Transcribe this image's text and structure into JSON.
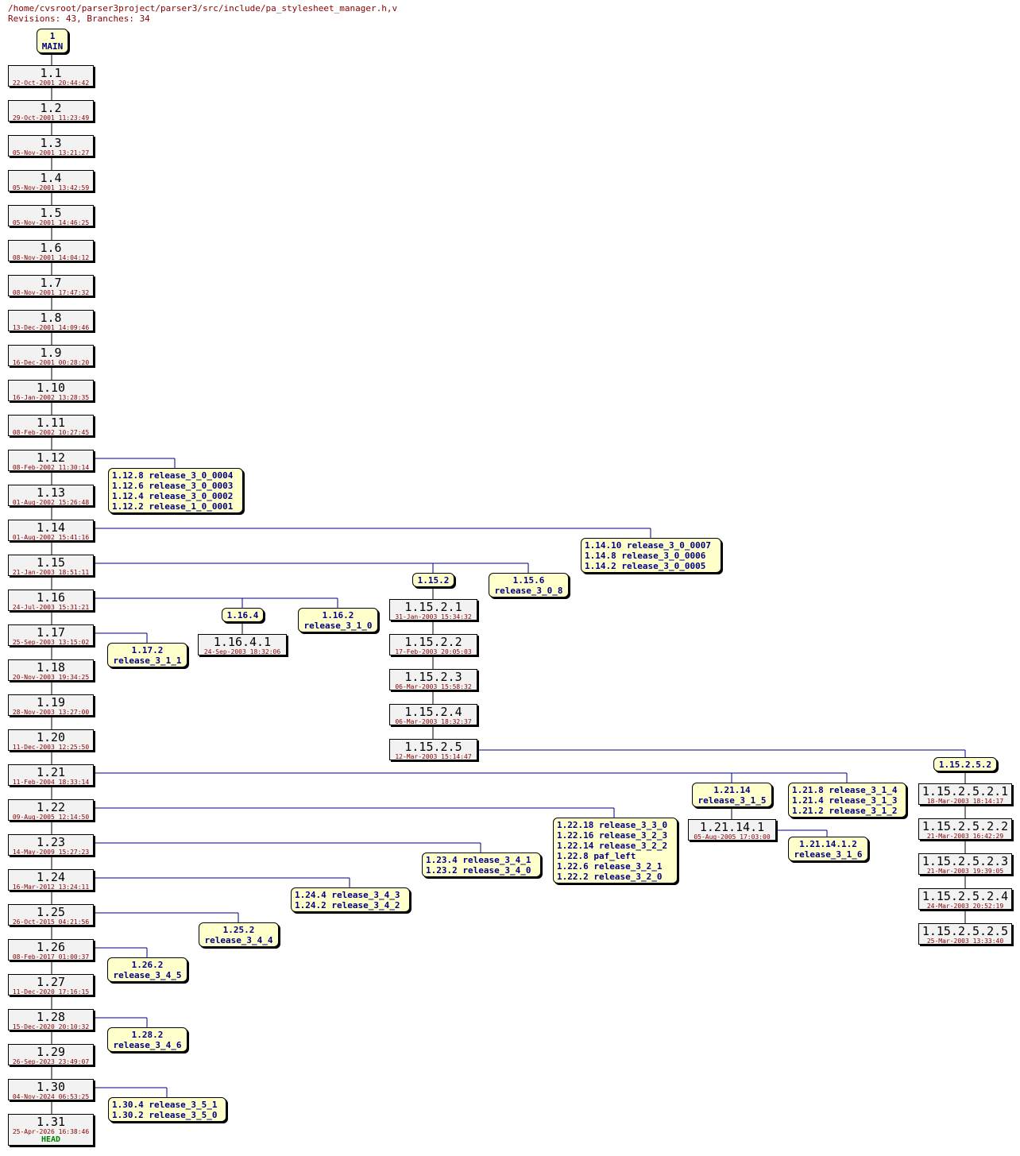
{
  "header": {
    "path": "/home/cvsroot/parser3project/parser3/src/include/pa_stylesheet_manager.h,v",
    "summary": "Revisions: 43, Branches: 34"
  },
  "main_tag": {
    "lines": [
      "1",
      "MAIN"
    ]
  },
  "head_label": "HEAD",
  "trunk": [
    {
      "rev": "1.1",
      "date": "22-Oct-2001 20:44:42"
    },
    {
      "rev": "1.2",
      "date": "29-Oct-2001 11:23:49"
    },
    {
      "rev": "1.3",
      "date": "05-Nov-2001 13:21:27"
    },
    {
      "rev": "1.4",
      "date": "05-Nov-2001 13:42:59"
    },
    {
      "rev": "1.5",
      "date": "05-Nov-2001 14:46:25"
    },
    {
      "rev": "1.6",
      "date": "08-Nov-2001 14:04:12"
    },
    {
      "rev": "1.7",
      "date": "08-Nov-2001 17:47:32"
    },
    {
      "rev": "1.8",
      "date": "13-Dec-2001 14:09:46"
    },
    {
      "rev": "1.9",
      "date": "16-Dec-2001 00:28:20"
    },
    {
      "rev": "1.10",
      "date": "16-Jan-2002 13:28:35"
    },
    {
      "rev": "1.11",
      "date": "08-Feb-2002 10:27:45"
    },
    {
      "rev": "1.12",
      "date": "08-Feb-2002 11:30:14"
    },
    {
      "rev": "1.13",
      "date": "01-Aug-2002 15:26:48"
    },
    {
      "rev": "1.14",
      "date": "01-Aug-2002 15:41:16"
    },
    {
      "rev": "1.15",
      "date": "21-Jan-2003 18:51:11"
    },
    {
      "rev": "1.16",
      "date": "24-Jul-2003 15:31:21"
    },
    {
      "rev": "1.17",
      "date": "25-Sep-2003 13:15:02"
    },
    {
      "rev": "1.18",
      "date": "20-Nov-2003 19:34:25"
    },
    {
      "rev": "1.19",
      "date": "28-Nov-2003 13:27:00"
    },
    {
      "rev": "1.20",
      "date": "11-Dec-2003 12:25:50"
    },
    {
      "rev": "1.21",
      "date": "11-Feb-2004 18:33:14"
    },
    {
      "rev": "1.22",
      "date": "09-Aug-2005 12:14:50"
    },
    {
      "rev": "1.23",
      "date": "14-May-2009 15:27:23"
    },
    {
      "rev": "1.24",
      "date": "16-Mar-2012 13:24:11"
    },
    {
      "rev": "1.25",
      "date": "26-Oct-2015 04:21:56"
    },
    {
      "rev": "1.26",
      "date": "08-Feb-2017 01:00:37"
    },
    {
      "rev": "1.27",
      "date": "11-Dec-2020 17:16:15"
    },
    {
      "rev": "1.28",
      "date": "15-Dec-2020 20:10:32"
    },
    {
      "rev": "1.29",
      "date": "26-Sep-2023 23:49:07"
    },
    {
      "rev": "1.30",
      "date": "04-Nov-2024 06:53:25"
    },
    {
      "rev": "1.31",
      "date": "25-Apr-2026 16:38:46"
    }
  ],
  "branch_revs": [
    {
      "rev": "1.15.2.1",
      "date": "31-Jan-2003 15:34:32"
    },
    {
      "rev": "1.15.2.2",
      "date": "17-Feb-2003 20:05:03"
    },
    {
      "rev": "1.15.2.3",
      "date": "06-Mar-2003 15:58:32"
    },
    {
      "rev": "1.15.2.4",
      "date": "06-Mar-2003 18:32:37"
    },
    {
      "rev": "1.15.2.5",
      "date": "12-Mar-2003 15:14:47"
    },
    {
      "rev": "1.16.4.1",
      "date": "24-Sep-2003 18:32:06"
    },
    {
      "rev": "1.21.14.1",
      "date": "05-Aug-2005 17:03:00"
    },
    {
      "rev": "1.15.2.5.2.1",
      "date": "18-Mar-2003 18:14:17"
    },
    {
      "rev": "1.15.2.5.2.2",
      "date": "21-Mar-2003 16:42:29"
    },
    {
      "rev": "1.15.2.5.2.3",
      "date": "21-Mar-2003 19:39:05"
    },
    {
      "rev": "1.15.2.5.2.4",
      "date": "24-Mar-2003 20:52:19"
    },
    {
      "rev": "1.15.2.5.2.5",
      "date": "25-Mar-2003 13:33:40"
    }
  ],
  "tags": [
    {
      "id": "t1_12",
      "lines": [
        "1.12.8 release_3_0_0004",
        "1.12.6 release_3_0_0003",
        "1.12.4 release_3_0_0002",
        "1.12.2 release_1_0_0001"
      ]
    },
    {
      "id": "t1_14",
      "lines": [
        "1.14.10 release_3_0_0007",
        "1.14.8 release_3_0_0006",
        "1.14.2 release_3_0_0005"
      ]
    },
    {
      "id": "t1_15_2",
      "lines": [
        "1.15.2"
      ]
    },
    {
      "id": "t1_15_6",
      "lines": [
        "1.15.6",
        "release_3_0_8"
      ]
    },
    {
      "id": "t1_16_4",
      "lines": [
        "1.16.4"
      ]
    },
    {
      "id": "t1_16_2",
      "lines": [
        "1.16.2",
        "release_3_1_0"
      ]
    },
    {
      "id": "t1_17_2",
      "lines": [
        "1.17.2",
        "release_3_1_1"
      ]
    },
    {
      "id": "t1_15_2_5_2",
      "lines": [
        "1.15.2.5.2"
      ]
    },
    {
      "id": "t1_21_14",
      "lines": [
        "1.21.14",
        "release_3_1_5"
      ]
    },
    {
      "id": "t1_21_8",
      "lines": [
        "1.21.8 release_3_1_4",
        "1.21.4 release_3_1_3",
        "1.21.2 release_3_1_2"
      ]
    },
    {
      "id": "t1_22",
      "lines": [
        "1.22.18 release_3_3_0",
        "1.22.16 release_3_2_3",
        "1.22.14 release_3_2_2",
        "1.22.8 paf_left",
        "1.22.6 release_3_2_1",
        "1.22.2 release_3_2_0"
      ]
    },
    {
      "id": "t1_21_14_1_2",
      "lines": [
        "1.21.14.1.2",
        "release_3_1_6"
      ]
    },
    {
      "id": "t1_23",
      "lines": [
        "1.23.4 release_3_4_1",
        "1.23.2 release_3_4_0"
      ]
    },
    {
      "id": "t1_24",
      "lines": [
        "1.24.4 release_3_4_3",
        "1.24.2 release_3_4_2"
      ]
    },
    {
      "id": "t1_25_2",
      "lines": [
        "1.25.2",
        "release_3_4_4"
      ]
    },
    {
      "id": "t1_26_2",
      "lines": [
        "1.26.2",
        "release_3_4_5"
      ]
    },
    {
      "id": "t1_28_2",
      "lines": [
        "1.28.2",
        "release_3_4_6"
      ]
    },
    {
      "id": "t1_30",
      "lines": [
        "1.30.4 release_3_5_1",
        "1.30.2 release_3_5_0"
      ]
    }
  ],
  "colors": {
    "trunk_line": "#000000",
    "branch_line": "#000080",
    "tag_bg": "#ffffcc",
    "rev_bg": "#f2f2f2",
    "date": "#8b0000",
    "head": "#008000"
  }
}
